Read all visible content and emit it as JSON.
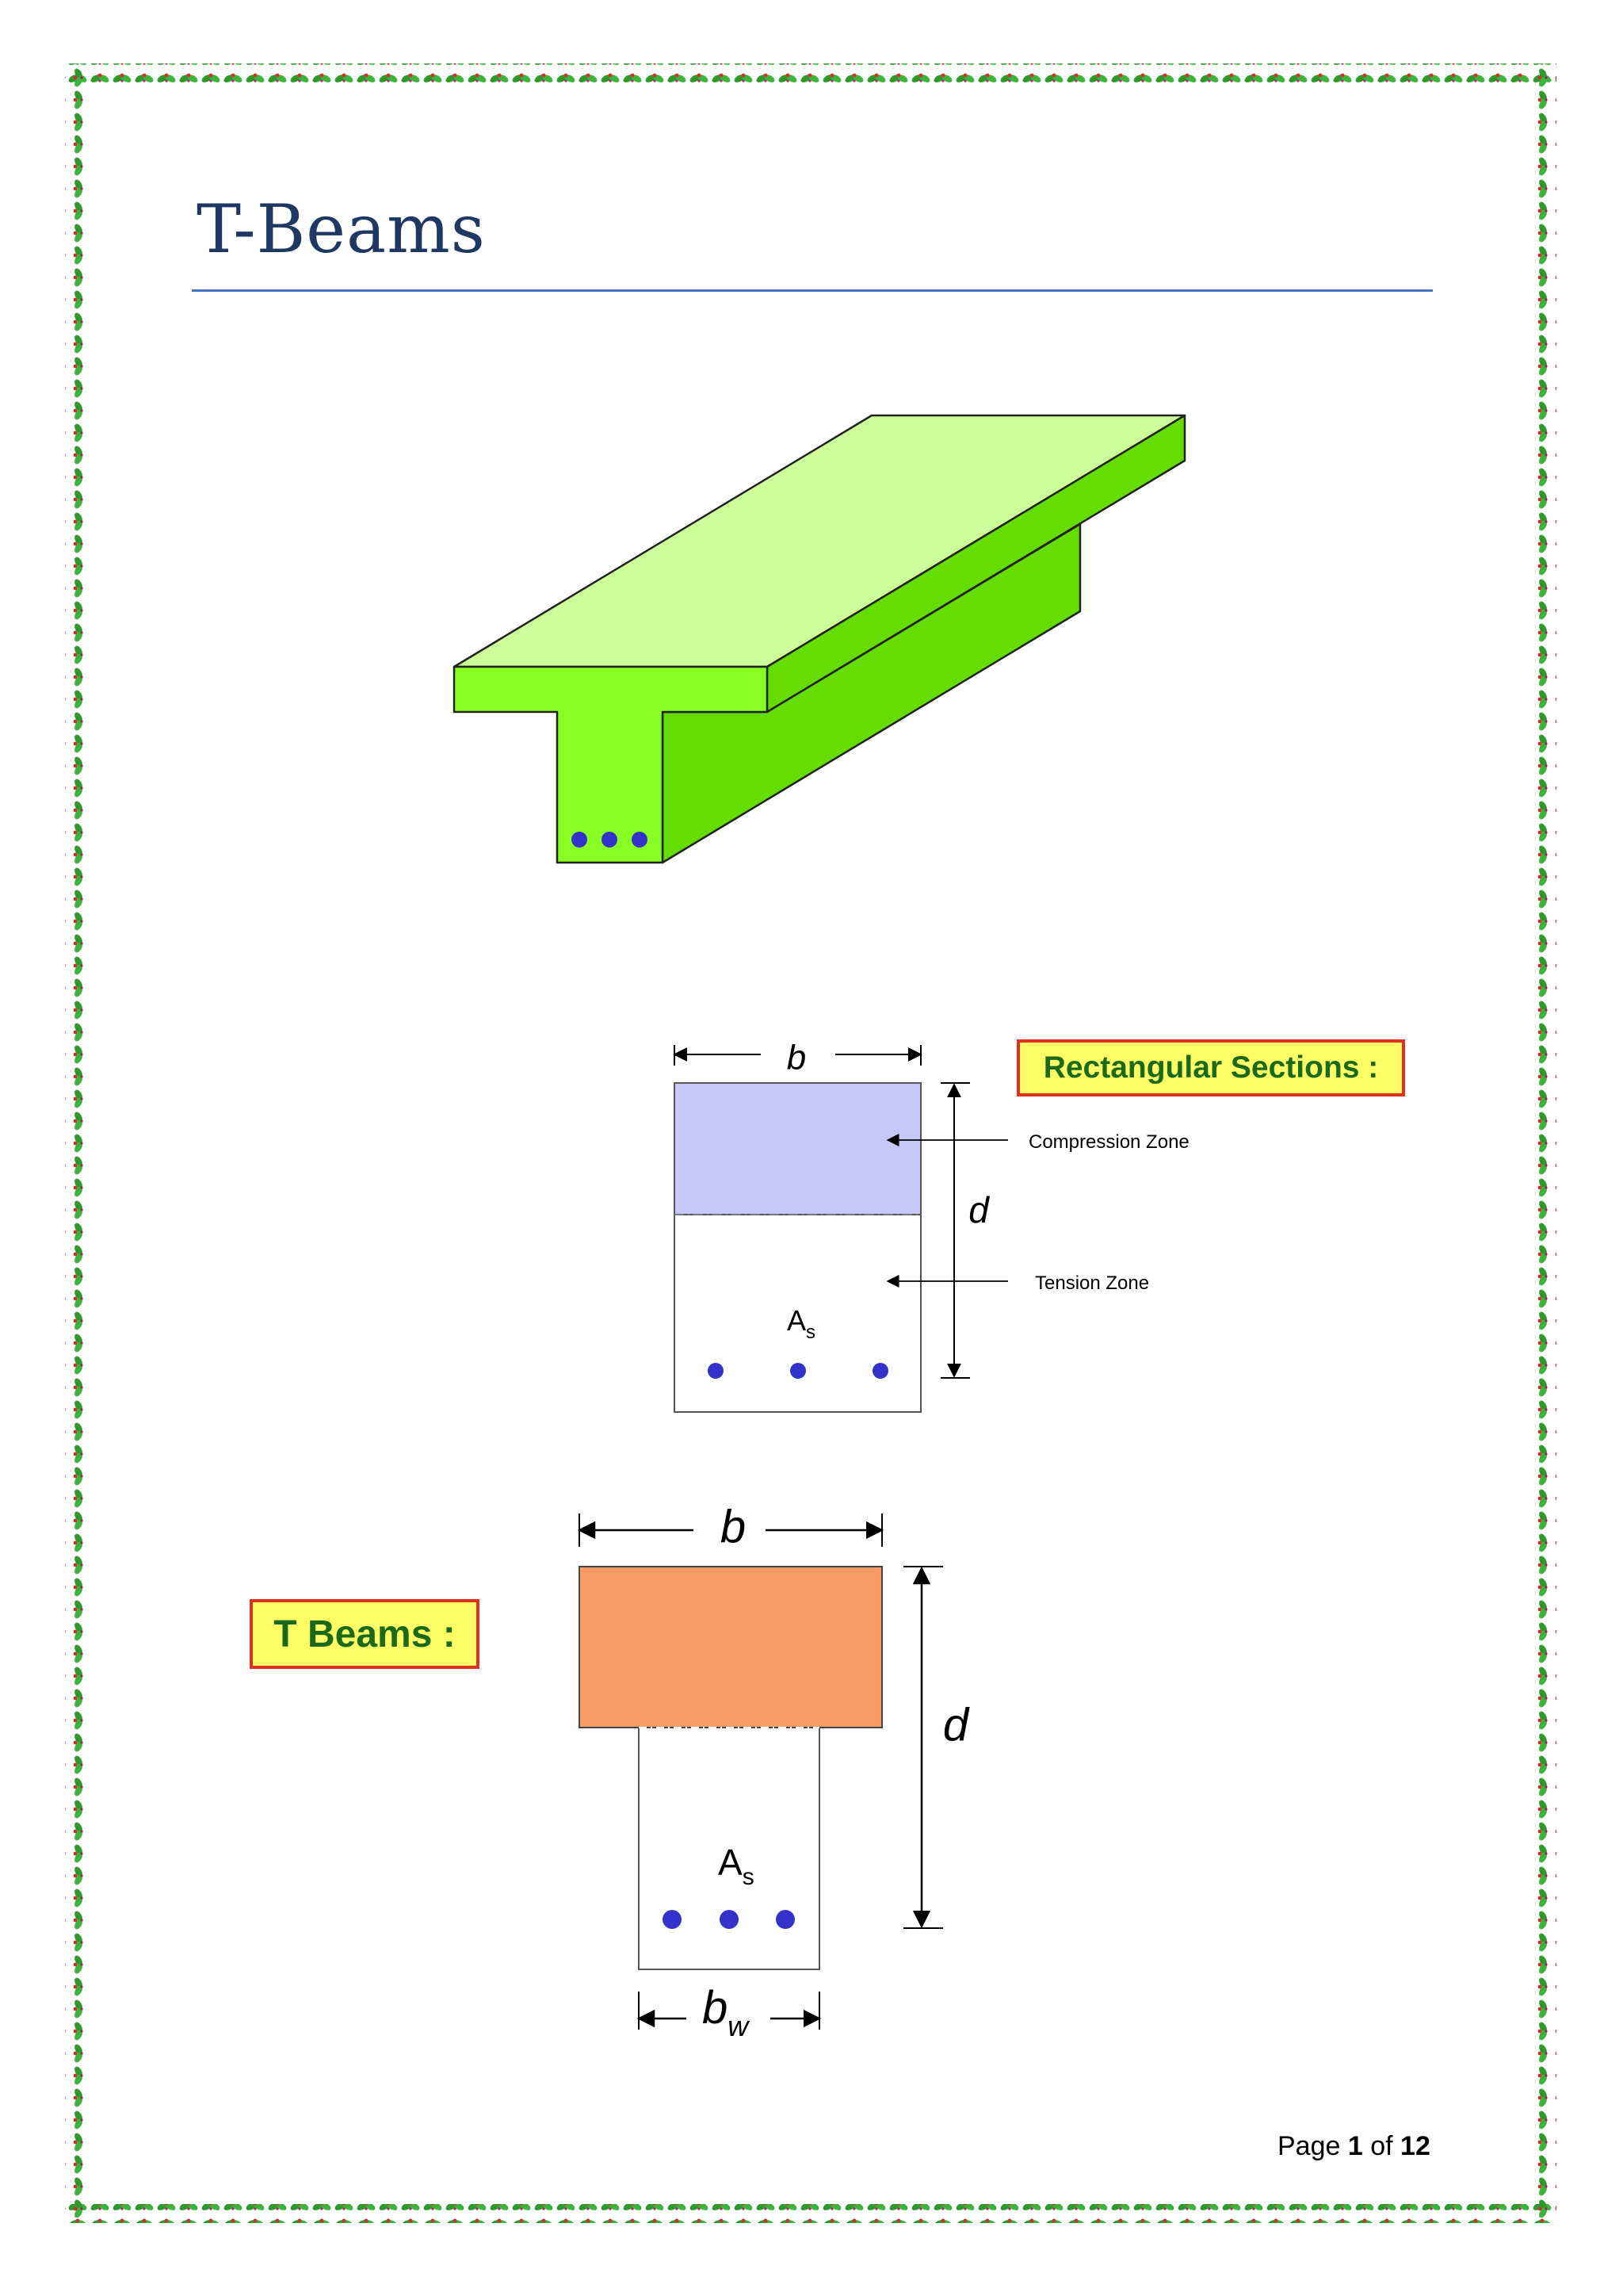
{
  "document": {
    "title": "T-Beams",
    "footer": {
      "prefix": "Page",
      "current": "1",
      "separator": "of",
      "total": "12"
    }
  },
  "rectangular_section": {
    "label": "Rectangular Sections :",
    "width_symbol": "b",
    "depth_symbol": "d",
    "compression_zone": "Compression Zone",
    "tension_zone": "Tension Zone",
    "steel_main": "A",
    "steel_sub": "s"
  },
  "t_beam_section": {
    "label": "T Beams :",
    "width_symbol": "b",
    "depth_symbol": "d",
    "web_width_main": "b",
    "web_width_sub": "w",
    "steel_main": "A",
    "steel_sub": "s"
  },
  "colors": {
    "title": "#1f3763",
    "rule": "#4472c4",
    "beam_top": "#ccff99",
    "beam_front": "#88ff22",
    "beam_side": "#66dd00",
    "rebar": "#3333cc",
    "compression_fill": "#c8c8f8",
    "flange_fill": "#f99b66",
    "label_bg": "#ffff66",
    "label_border": "#e03020",
    "label_text": "#1a6a1a"
  }
}
